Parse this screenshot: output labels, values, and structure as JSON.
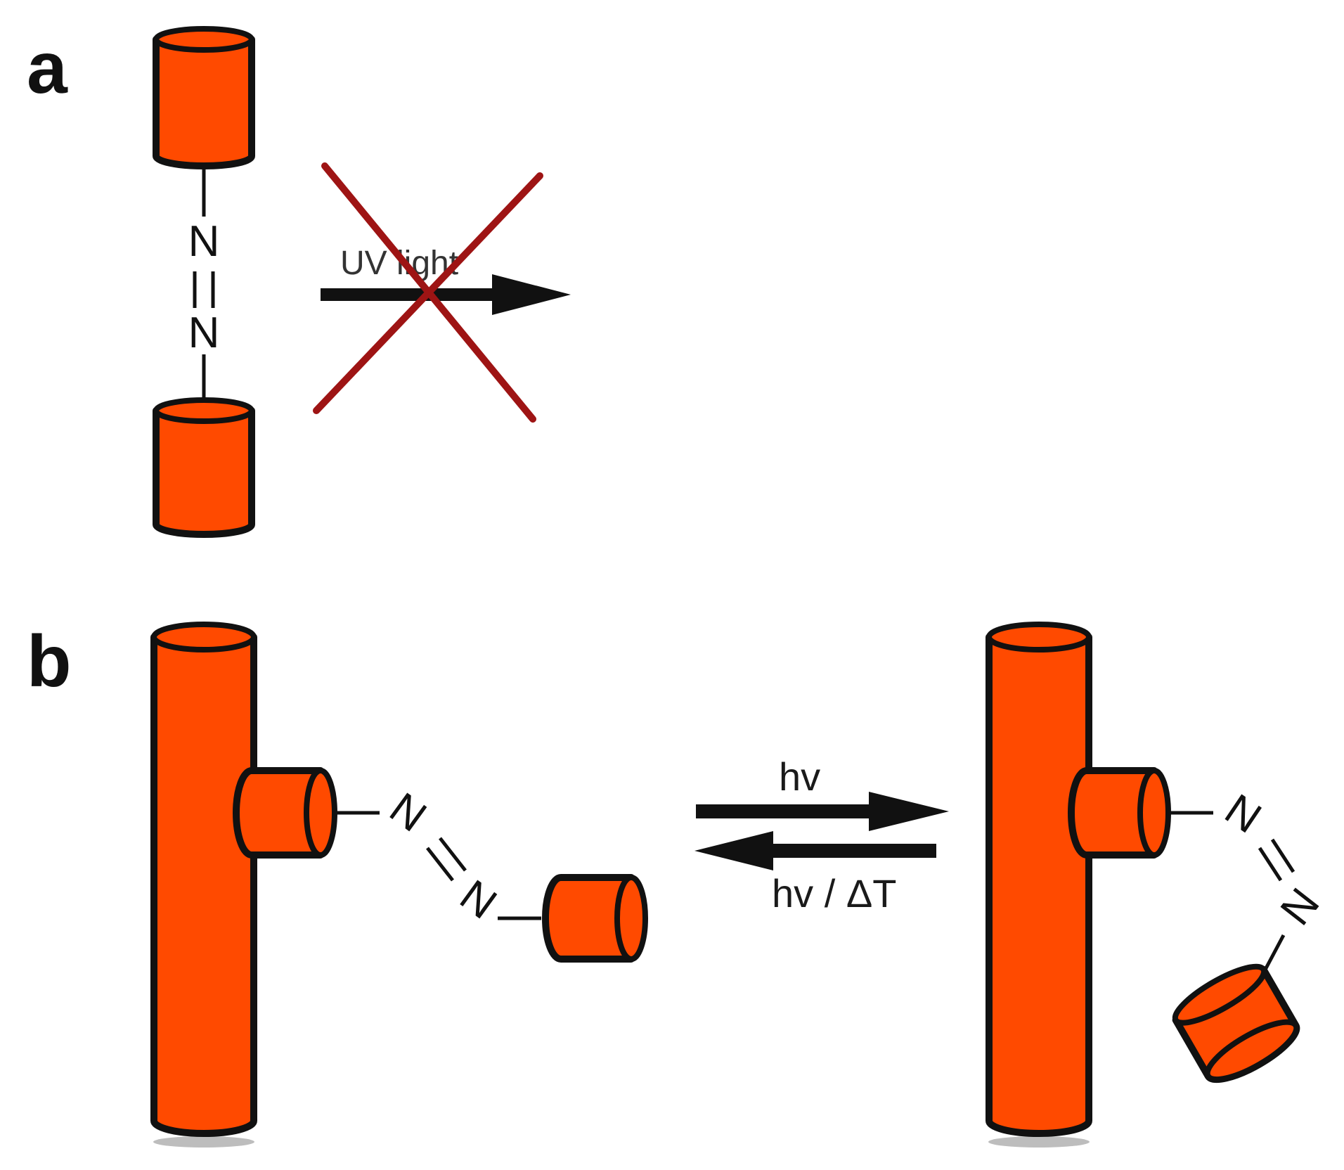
{
  "colors": {
    "cylinder_fill": "#ff4a00",
    "outline": "#111111",
    "cross": "#9e1414"
  },
  "panel_a": {
    "label": "a",
    "atom_top": "N",
    "atom_bottom": "N",
    "arrow_label": "UV light",
    "cross_icon": "x-cross-icon"
  },
  "panel_b": {
    "label": "b",
    "forward_label": "hv",
    "reverse_label": "hv / ΔT",
    "left_azo": {
      "atom1": "N",
      "atom2": "N"
    },
    "right_azo": {
      "atom1": "N",
      "atom2": "N"
    }
  }
}
